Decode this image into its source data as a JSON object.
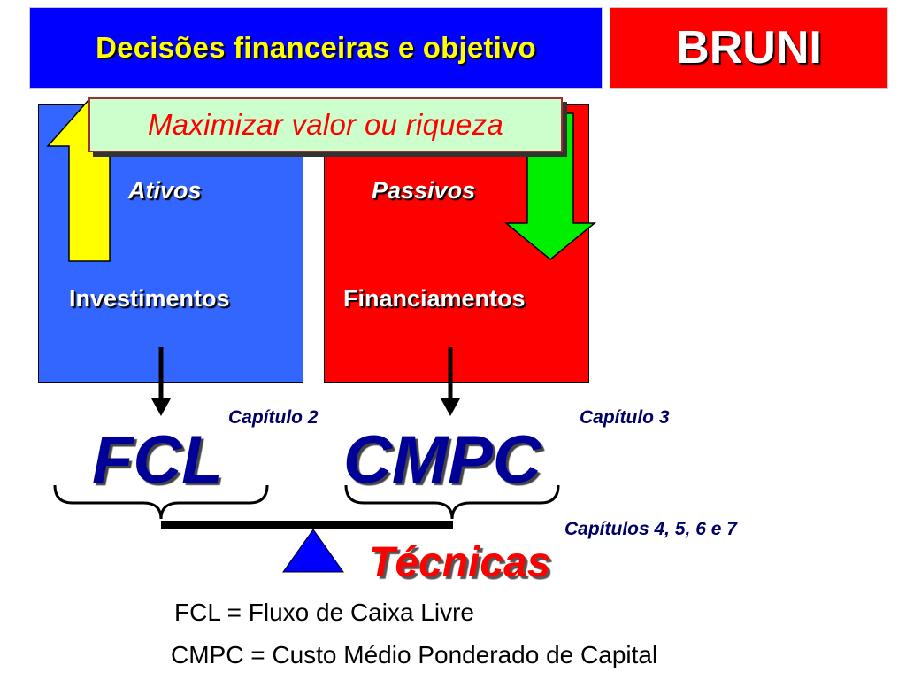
{
  "header": {
    "title": "Decisões financeiras e objetivo",
    "brand": "BRUNI"
  },
  "banner": {
    "text": "Maximizar valor ou riqueza"
  },
  "left_box": {
    "heading": "Ativos",
    "label": "Investimentos",
    "arrow_color": "#ffff00"
  },
  "right_box": {
    "heading": "Passivos",
    "label": "Financiamentos",
    "arrow_color": "#00ee00"
  },
  "chapters": {
    "fcl": "Capítulo 2",
    "cmpc": "Capítulo 3",
    "tecnicas": "Capítulos 4, 5, 6 e 7"
  },
  "terms": {
    "fcl": "FCL",
    "cmpc": "CMPC",
    "tecnicas": "Técnicas"
  },
  "definitions": {
    "fcl": "FCL = Fluxo de Caixa Livre",
    "cmpc": "CMPC = Custo Médio Ponderado de Capital"
  },
  "colors": {
    "title_bg": "#0000ff",
    "brand_bg": "#ff0000",
    "assets_bg": "#3366ff",
    "liabilities_bg": "#ff0000",
    "banner_bg": "#ccffcc",
    "fulcrum": "#0000ff"
  }
}
